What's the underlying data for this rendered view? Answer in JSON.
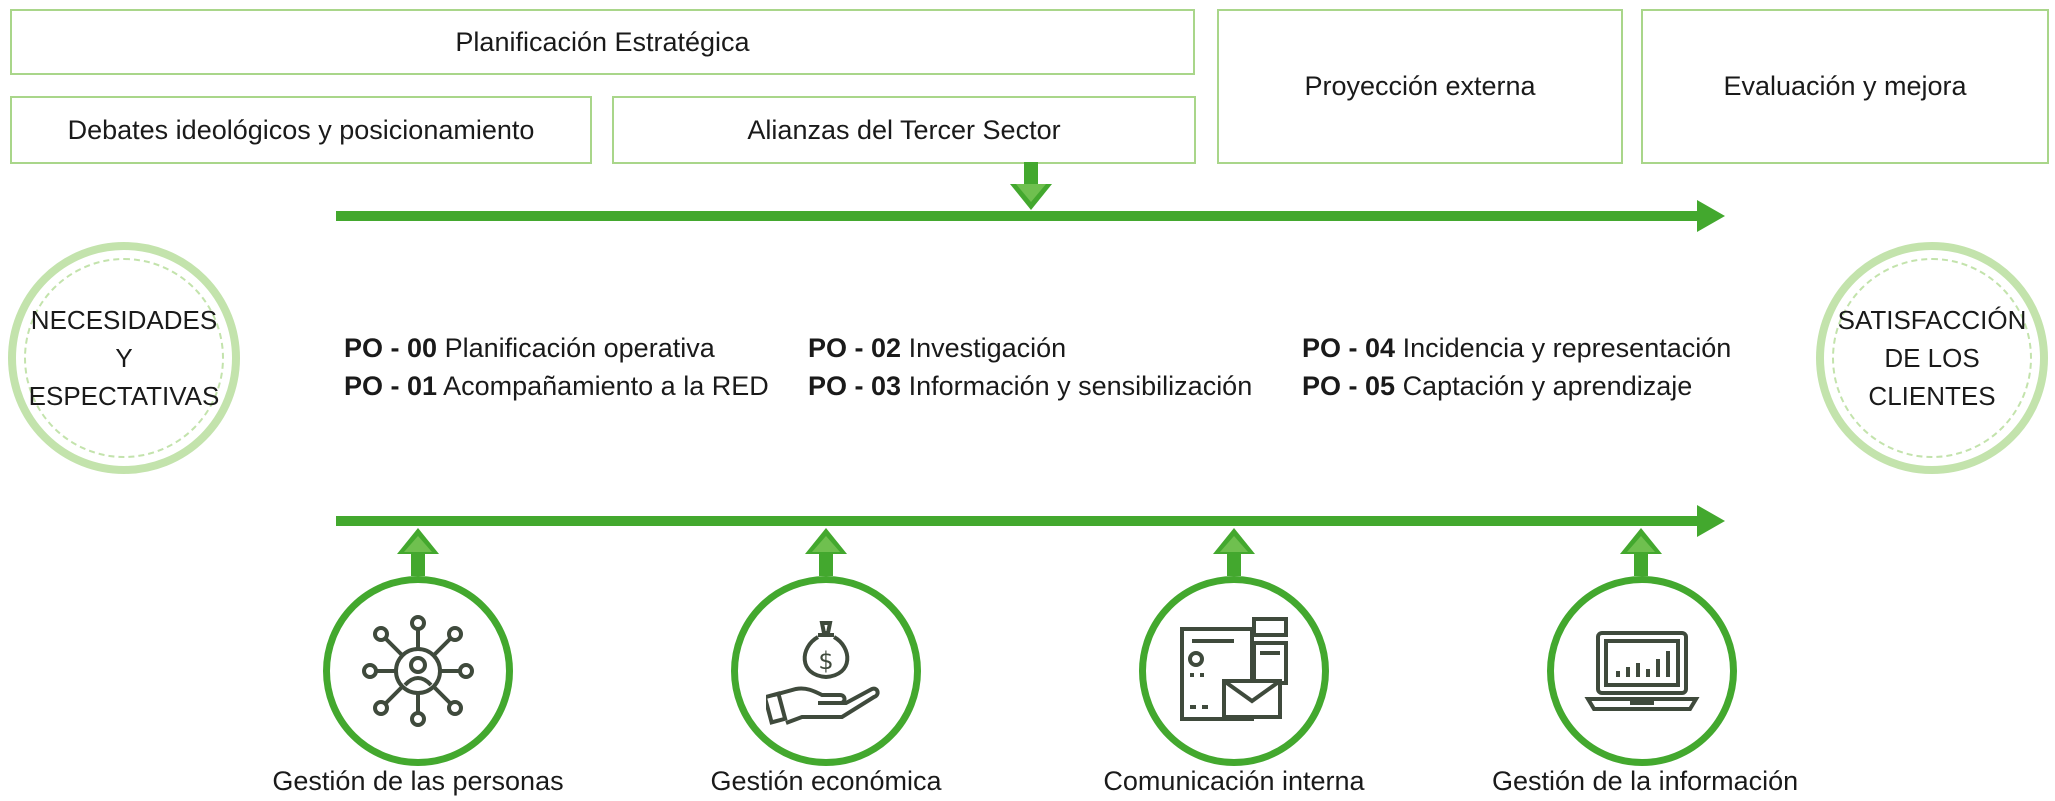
{
  "top_boxes": {
    "strategic": "Planificación Estratégica",
    "debates": "Debates ideológicos y posicionamiento",
    "alliances": "Alianzas del Tercer Sector",
    "projection": "Proyección externa",
    "evaluation": "Evaluación y mejora"
  },
  "left_circle": {
    "line1": "NECESIDADES Y",
    "line2": "ESPECTATIVAS"
  },
  "right_circle": {
    "line1": "SATISFACCIÓN",
    "line2": "DE LOS",
    "line3": "CLIENTES"
  },
  "processes": [
    {
      "code": "PO - 00",
      "name": "Planificación operativa"
    },
    {
      "code": "PO - 01",
      "name": "Acompañamiento a la RED"
    },
    {
      "code": "PO - 02",
      "name": "Investigación"
    },
    {
      "code": "PO - 03",
      "name": "Información y sensibilización"
    },
    {
      "code": "PO - 04",
      "name": "Incidencia y representación"
    },
    {
      "code": "PO - 05",
      "name": "Captación y aprendizaje"
    }
  ],
  "support": [
    {
      "label": "Gestión de las personas",
      "icon": "people-network-icon"
    },
    {
      "label": "Gestión económica",
      "icon": "money-bag-hand-icon"
    },
    {
      "label": "Comunicación interna",
      "icon": "documents-mail-icon"
    },
    {
      "label": "Gestión de la información",
      "icon": "laptop-chart-icon"
    }
  ],
  "colors": {
    "accent": "#43a82e",
    "light_border": "#a9d68a",
    "circle": "#c3e3ac"
  }
}
